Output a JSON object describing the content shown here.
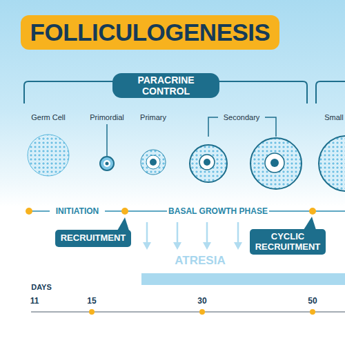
{
  "diagram": {
    "title": "FOLLICULOGENESIS",
    "nodes": [
      {
        "text": [
          "PARACRINE CONTROL"
        ]
      },
      {
        "text": [
          "RECRUITMENT"
        ]
      },
      {
        "text": [
          "CYCLIC RECRUITMENT"
        ]
      }
    ],
    "labels": [
      "Germ Cell",
      "Primordial",
      "Primary",
      "Secondary",
      "Small",
      "INITIATION",
      "BASAL GROWTH PHASE",
      "ATRESIA",
      "DAYS",
      "11",
      "15",
      "30",
      "50"
    ]
  }
}
